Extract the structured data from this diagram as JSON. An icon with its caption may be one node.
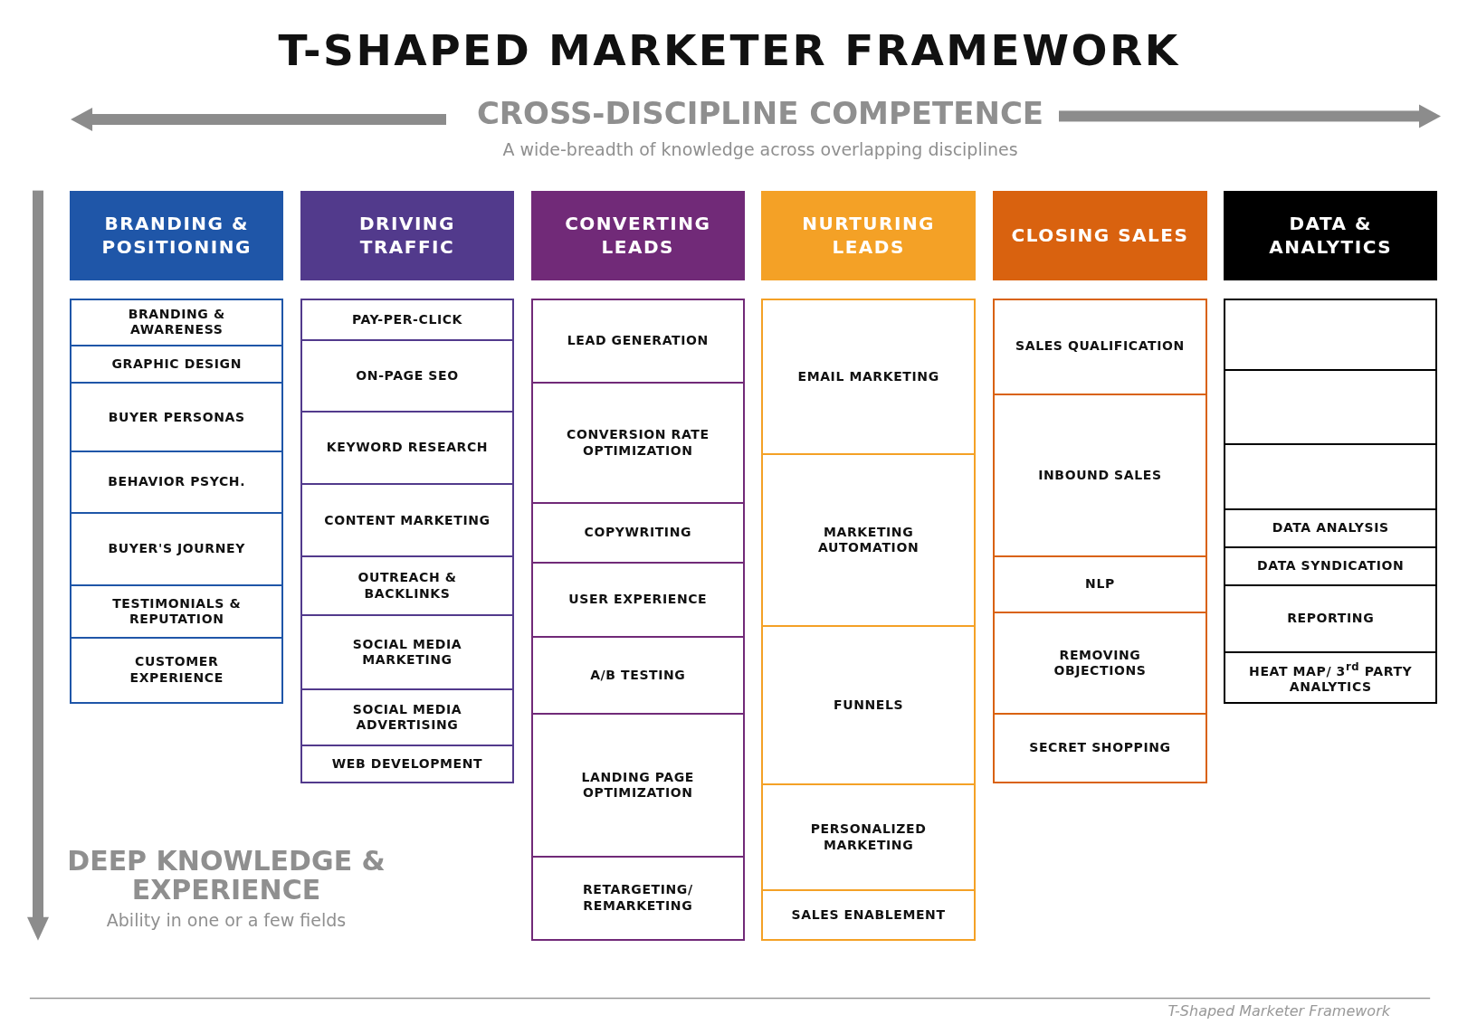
{
  "diagram": {
    "title": "T-SHAPED MARKETER FRAMEWORK",
    "caption": "T-Shaped Marketer Framework",
    "nodes": [
      {
        "text": [
          "BRANDING & POSITIONING"
        ]
      },
      {
        "text": [
          "DRIVING TRAFFIC"
        ]
      },
      {
        "text": [
          "CONVERTING LEADS"
        ]
      },
      {
        "text": [
          "NURTURING LEADS"
        ]
      },
      {
        "text": [
          "CLOSING SALES"
        ]
      },
      {
        "text": [
          "DATA & ANALYTICS"
        ]
      },
      {
        "text": [
          "BRANDING & AWARENESS"
        ]
      },
      {
        "text": [
          "GRAPHIC DESIGN"
        ]
      },
      {
        "text": [
          "BUYER PERSONAS"
        ]
      },
      {
        "text": [
          "BEHAVIOR PSYCH."
        ]
      },
      {
        "text": [
          "BUYER'S JOURNEY"
        ]
      },
      {
        "text": [
          "TESTIMONIALS & REPUTATION"
        ]
      },
      {
        "text": [
          "CUSTOMER EXPERIENCE"
        ]
      },
      {
        "text": [
          "PAY-PER-CLICK"
        ]
      },
      {
        "text": [
          "ON-PAGE SEO"
        ]
      },
      {
        "text": [
          "KEYWORD RESEARCH"
        ]
      },
      {
        "text": [
          "CONTENT MARKETING"
        ]
      },
      {
        "text": [
          "OUTREACH & BACKLINKS"
        ]
      },
      {
        "text": [
          "SOCIAL MEDIA MARKETING"
        ]
      },
      {
        "text": [
          "SOCIAL MEDIA ADVERTISING"
        ]
      },
      {
        "text": [
          "WEB DEVELOPMENT"
        ]
      },
      {
        "text": [
          "LEAD GENERATION"
        ]
      },
      {
        "text": [
          "CONVERSION RATE OPTIMIZATION"
        ]
      },
      {
        "text": [
          "COPYWRITING"
        ]
      },
      {
        "text": [
          "USER EXPERIENCE"
        ]
      },
      {
        "text": [
          "A/B TESTING"
        ]
      },
      {
        "text": [
          "LANDING PAGE OPTIMIZATION"
        ]
      },
      {
        "text": [
          "RETARGETING/ REMARKETING"
        ]
      },
      {
        "text": [
          "EMAIL MARKETING"
        ]
      },
      {
        "text": [
          "MARKETING AUTOMATION"
        ]
      },
      {
        "text": [
          "FUNNELS"
        ]
      },
      {
        "text": [
          "PERSONALIZED MARKETING"
        ]
      },
      {
        "text": [
          "SALES ENABLEMENT"
        ]
      },
      {
        "text": [
          "SALES QUALIFICATION"
        ]
      },
      {
        "text": [
          "INBOUND SALES"
        ]
      },
      {
        "text": [
          "NLP"
        ]
      },
      {
        "text": [
          "REMOVING OBJECTIONS"
        ]
      },
      {
        "text": [
          "SECRET SHOPPING"
        ]
      },
      {
        "text": [],
        "shape": "box"
      },
      {
        "text": [],
        "shape": "box"
      },
      {
        "text": [],
        "shape": "box"
      },
      {
        "text": [
          "DATA ANALYSIS"
        ]
      },
      {
        "text": [
          "DATA SYNDICATION"
        ]
      },
      {
        "text": [
          "REPORTING"
        ]
      },
      {
        "text": [
          "HEAT MAP/ 3$^{rd}$ PARTY ANALYTICS"
        ]
      }
    ],
    "labels": [
      "CROSS-DISCIPLINE COMPETENCE",
      "A wide-breadth of knowledge across overlapping disciplines",
      "DEEP KNOWLEDGE & EXPERIENCE",
      "Ability in one or a few fields"
    ]
  }
}
